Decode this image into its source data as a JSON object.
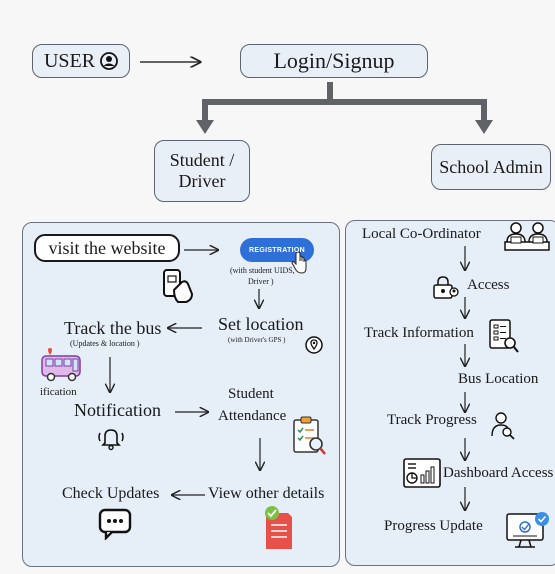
{
  "header": {
    "user_label": "USER",
    "login_label": "Login/Signup"
  },
  "roles": {
    "student_driver_line1": "Student /",
    "student_driver_line2": "Driver",
    "school_admin": "School Admin"
  },
  "left_panel": {
    "visit_website": "visit the website",
    "registration_button": "REGISTRATION",
    "registration_note_line1": "(with student UIDS,",
    "registration_note_line2": "Driver )",
    "set_location": "Set location",
    "set_location_note": "(with Driver's GPS )",
    "track_bus": "Track the bus",
    "track_bus_note": "(Updates & location )",
    "notification_fragment": "ification",
    "notification": "Notification",
    "student_attendance_line1": "Student",
    "student_attendance_line2": "Attendance",
    "check_updates": "Check Updates",
    "view_other_details": "View other details"
  },
  "right_panel": {
    "local_coordinator": "Local Co-Ordinator",
    "access": "Access",
    "track_information": "Track Information",
    "bus_location": "Bus Location",
    "track_progress": "Track Progress",
    "dashboard_access": "Dashboard Access",
    "progress_update": "Progress Update"
  },
  "icons": {
    "user": "user-circle-icon",
    "registration_cursor": "hand-cursor-icon",
    "phone_tap": "phone-tap-icon",
    "bus": "bus-icon",
    "location_pin": "location-pin-icon",
    "bell": "bell-icon",
    "clipboard": "clipboard-search-icon",
    "chat": "chat-bubble-icon",
    "document": "document-check-icon",
    "people": "two-people-computer-icon",
    "lock_user": "lock-user-icon",
    "info_doc": "info-document-icon",
    "person_search": "person-search-icon",
    "dashboard": "dashboard-icon",
    "monitor": "monitor-update-icon"
  },
  "colors": {
    "panel_bg": "#e6eef8",
    "pill_bg": "#e9eff7",
    "registration_blue": "#2f6fd8",
    "connector_gray": "#5f6368"
  }
}
